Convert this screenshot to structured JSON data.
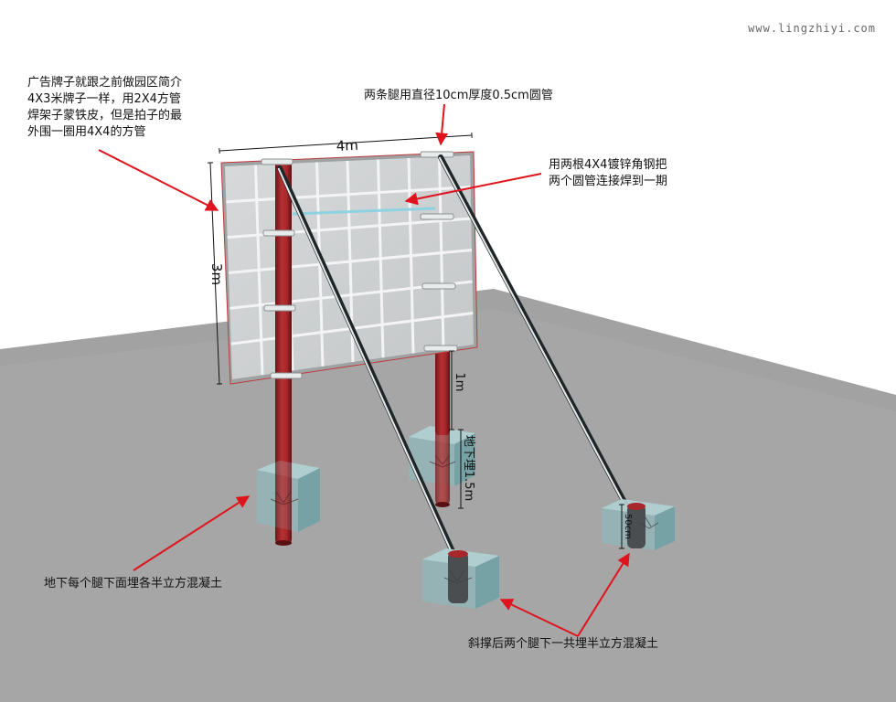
{
  "watermark": "www.lingzhiyi.com",
  "annotations": {
    "billboard_note": [
      "广告牌子就跟之前做园区简介",
      "4X3米牌子一样，用2X4方管",
      "焊架子蒙铁皮，但是拍子的最",
      "外围一圈用4X4的方管"
    ],
    "legs_note": "两条腿用直径10cm厚度0.5cm圆管",
    "angle_steel_note": [
      "用两根4X4镀锌角钢把",
      "两个圆管连接焊到一期"
    ],
    "leg_concrete_note": "地下每个腿下面埋各半立方混凝土",
    "brace_concrete_note": "斜撑后两个腿下一共埋半立方混凝土"
  },
  "dimensions": {
    "width": "4m",
    "height": "3m",
    "above_ground": "1m",
    "buried": "地下埋1.5m",
    "footing": "50cm"
  },
  "colors": {
    "ground": "#a6a6a6",
    "pole": "#a8272a",
    "arrow": "#e0141c",
    "brace": "#1e2628",
    "concrete": "#7fb0b4"
  }
}
